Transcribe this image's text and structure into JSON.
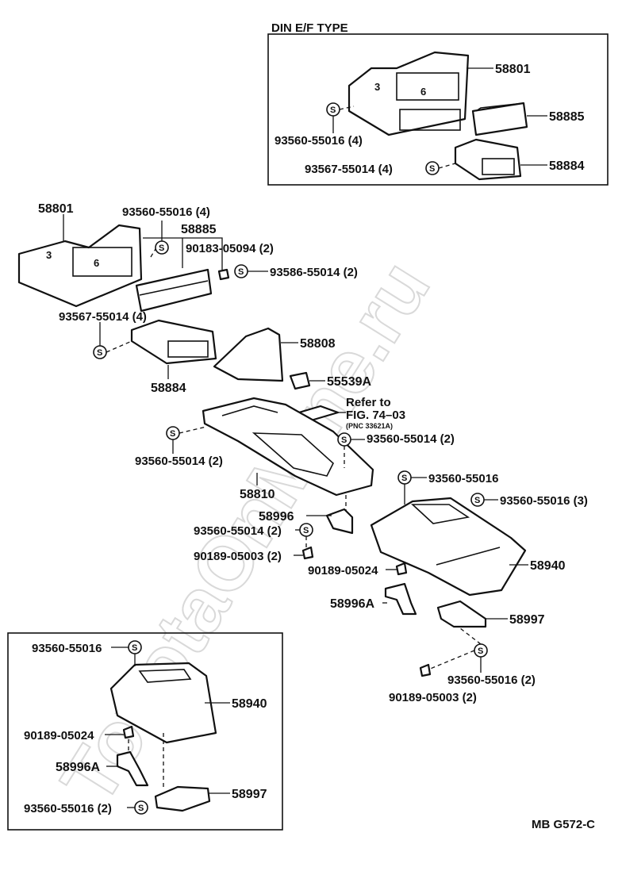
{
  "header": {
    "din_type_label": "DIN E/F TYPE"
  },
  "watermark": "ToyotaOnMine.ru",
  "labels": {
    "din_58801": "58801",
    "din_58885": "58885",
    "din_58884": "58884",
    "din_93560_55016_4": "93560-55016 (4)",
    "din_93567_55014_4": "93567-55014 (4)",
    "m_58801": "58801",
    "m_93560_55016_4": "93560-55016 (4)",
    "m_58885": "58885",
    "m_90183_05094_2": "90183-05094 (2)",
    "m_93586_55014_2": "93586-55014 (2)",
    "m_93567_55014_4": "93567-55014 (4)",
    "m_58884": "58884",
    "m_58808": "58808",
    "m_55539A": "55539A",
    "refer_1": "Refer to",
    "refer_2": "FIG. 74–03",
    "refer_3": "(PNC 33621A)",
    "m_93560_55014_2_a": "93560-55014 (2)",
    "m_93560_55014_2_b": "93560-55014 (2)",
    "m_58810": "58810",
    "m_93560_55016": "93560-55016",
    "m_93560_55016_3": "93560-55016 (3)",
    "m_58996": "58996",
    "m_93560_55014_2_c": "93560-55014 (2)",
    "m_90189_05003_2": "90189-05003 (2)",
    "m_90189_05024": "90189-05024",
    "m_58940": "58940",
    "m_58996A": "58996A",
    "m_58997": "58997",
    "m_93560_55016_2": "93560-55016 (2)",
    "m_90189_05003_2_b": "90189-05003 (2)",
    "b_93560_55016": "93560-55016",
    "b_58940": "58940",
    "b_90189_05024": "90189-05024",
    "b_58996A": "58996A",
    "b_58997": "58997",
    "b_93560_55016_2": "93560-55016 (2)",
    "code": "MB G572-C"
  },
  "symbol_letter": "S"
}
